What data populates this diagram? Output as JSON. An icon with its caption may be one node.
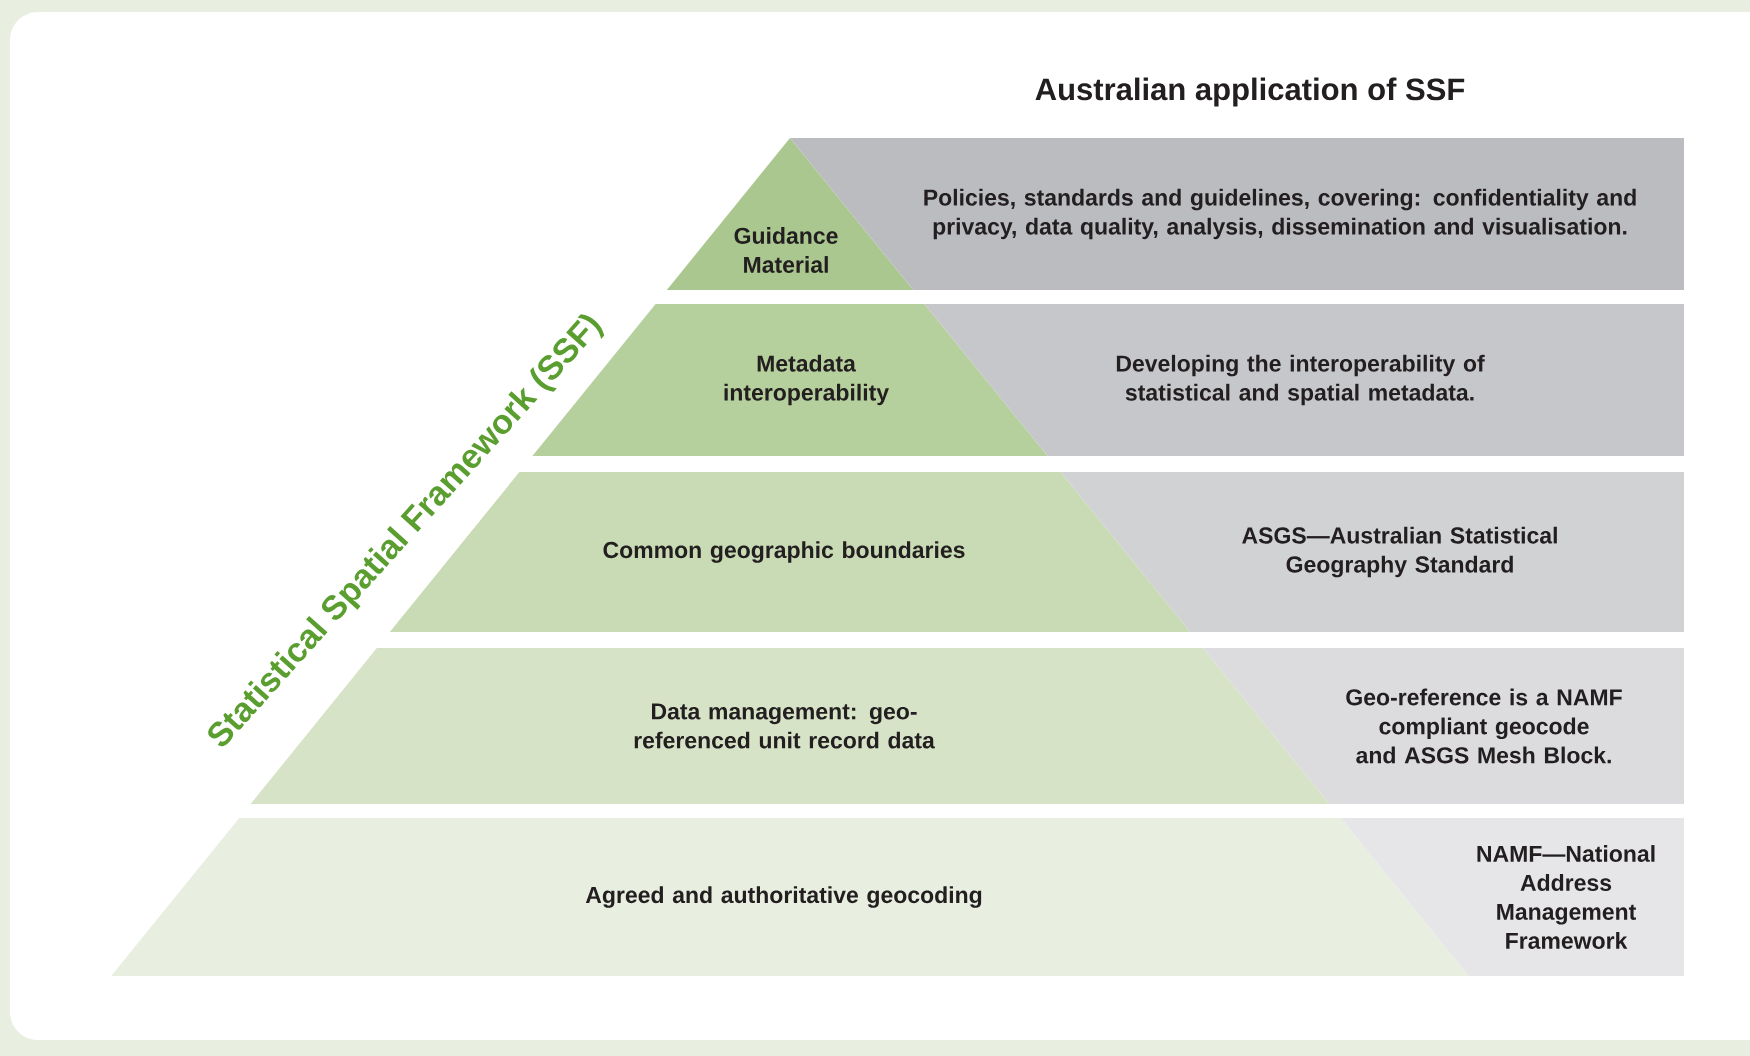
{
  "diagram": {
    "title": "Australian application of SSF",
    "nodes": [
      {
        "text": [
          "Guidance Material"
        ]
      },
      {
        "text": [
          "Policies, standards and guidelines, covering: confidentiality and privacy, data quality, analysis, dissemination and visualisation."
        ]
      },
      {
        "text": [
          "Metadata interoperability"
        ]
      },
      {
        "text": [
          "Developing the interoperability of statistical and spatial metadata."
        ]
      },
      {
        "text": [
          "Common geographic boundaries"
        ]
      },
      {
        "text": [
          "ASGS—Australian Statistical Geography Standard"
        ]
      },
      {
        "text": [
          "Data management: geo-referenced unit record data"
        ]
      },
      {
        "text": [
          "Geo-reference is a NAMF compliant geocode and ASGS Mesh Block."
        ]
      },
      {
        "text": [
          "Agreed and authoritative geocoding"
        ]
      },
      {
        "text": [
          "NAMF—National Address Management Framework"
        ]
      }
    ],
    "labels": [
      "Statistical Spatial Framework (SSF)"
    ]
  }
}
